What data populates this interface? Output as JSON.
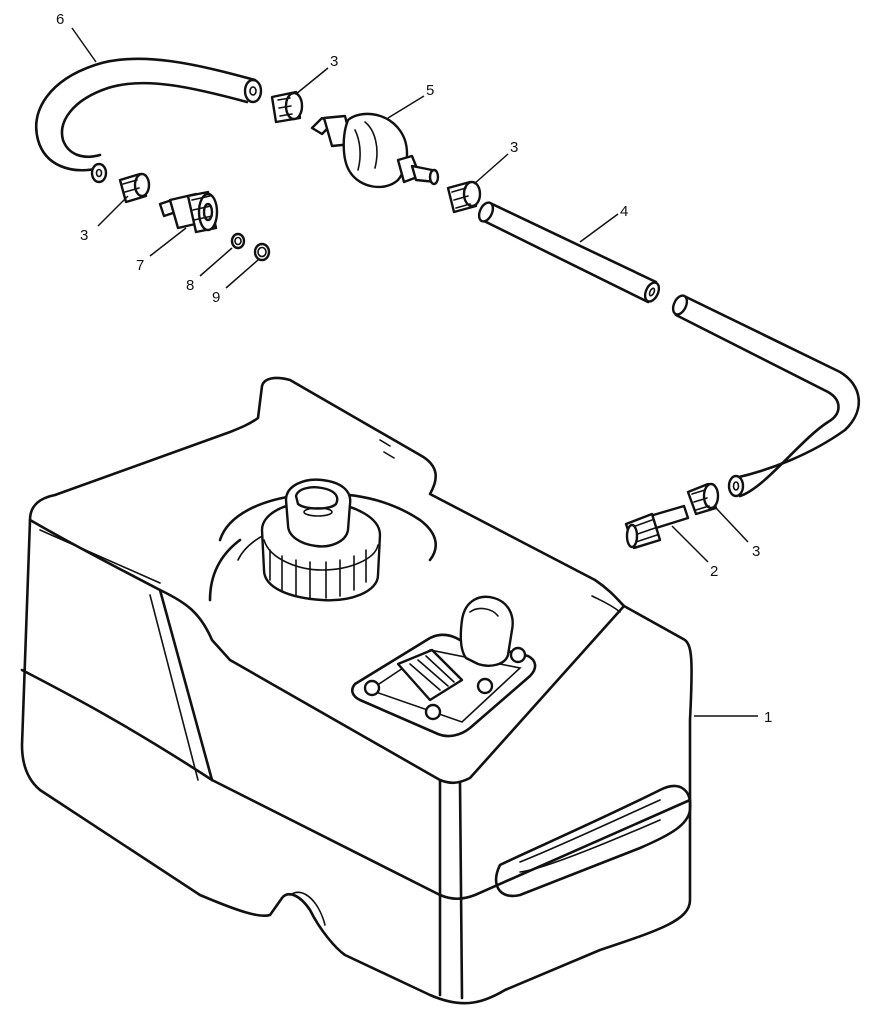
{
  "diagram": {
    "callouts": [
      {
        "id": "c6",
        "label": "6"
      },
      {
        "id": "c3a",
        "label": "3"
      },
      {
        "id": "c5",
        "label": "5"
      },
      {
        "id": "c3b",
        "label": "3"
      },
      {
        "id": "c3c",
        "label": "3"
      },
      {
        "id": "c4",
        "label": "4"
      },
      {
        "id": "c7",
        "label": "7"
      },
      {
        "id": "c8",
        "label": "8"
      },
      {
        "id": "c9",
        "label": "9"
      },
      {
        "id": "c2",
        "label": "2"
      },
      {
        "id": "c3d",
        "label": "3"
      },
      {
        "id": "c1",
        "label": "1"
      }
    ]
  }
}
